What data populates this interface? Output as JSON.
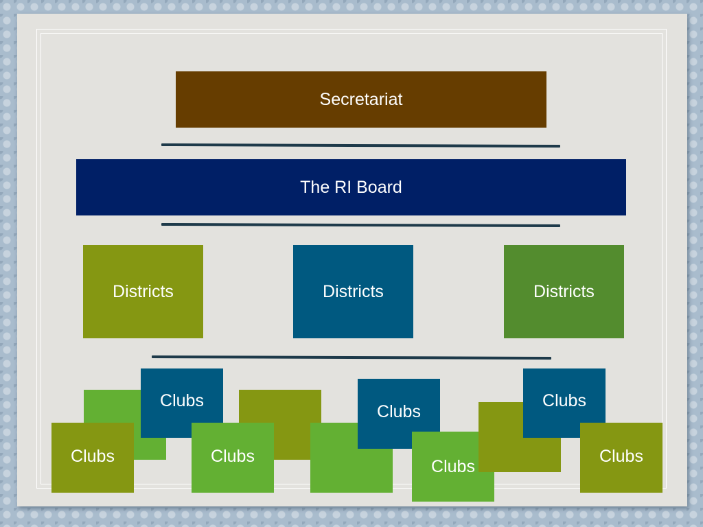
{
  "diagram": {
    "secretariat": {
      "label": "Secretariat",
      "color": "#663d00"
    },
    "board": {
      "label": "The RI Board",
      "color": "#001f66"
    },
    "districts": [
      {
        "label": "Districts",
        "color": "#859712"
      },
      {
        "label": "Districts",
        "color": "#005980"
      },
      {
        "label": "Districts",
        "color": "#538c2e"
      }
    ],
    "clubs": [
      {
        "label": "",
        "color": "#63b033"
      },
      {
        "label": "Clubs",
        "color": "#005980"
      },
      {
        "label": "Clubs",
        "color": "#859712"
      },
      {
        "label": "",
        "color": "#859712"
      },
      {
        "label": "Clubs",
        "color": "#63b033"
      },
      {
        "label": "",
        "color": "#63b033"
      },
      {
        "label": "Clubs",
        "color": "#005980"
      },
      {
        "label": "Clubs",
        "color": "#63b033"
      },
      {
        "label": "",
        "color": "#859712"
      },
      {
        "label": "Clubs",
        "color": "#005980"
      },
      {
        "label": "Clubs",
        "color": "#859712"
      }
    ],
    "connector_color": "#1e3a4a"
  }
}
